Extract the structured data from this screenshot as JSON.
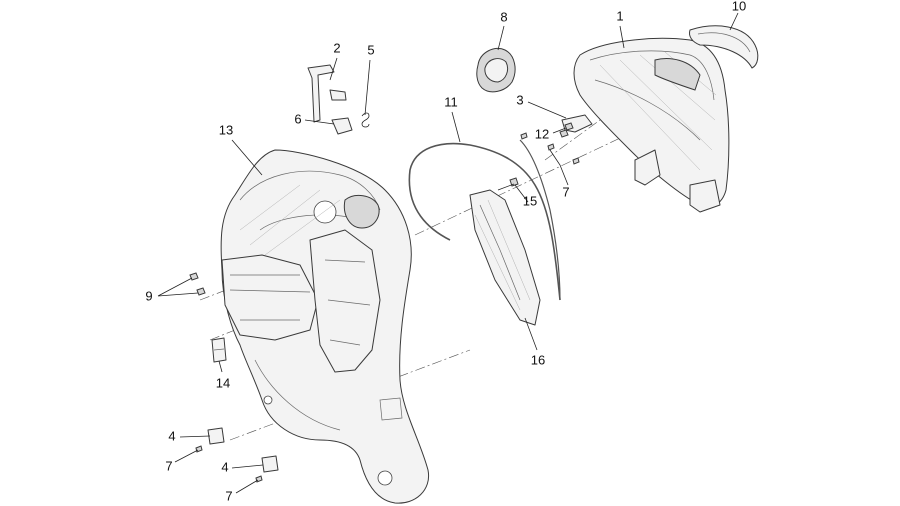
{
  "callouts": [
    {
      "id": "c1",
      "label": "1"
    },
    {
      "id": "c2",
      "label": "2"
    },
    {
      "id": "c3",
      "label": "3"
    },
    {
      "id": "c4a",
      "label": "4"
    },
    {
      "id": "c4b",
      "label": "4"
    },
    {
      "id": "c5",
      "label": "5"
    },
    {
      "id": "c6",
      "label": "6"
    },
    {
      "id": "c7a",
      "label": "7"
    },
    {
      "id": "c7b",
      "label": "7"
    },
    {
      "id": "c7c",
      "label": "7"
    },
    {
      "id": "c8",
      "label": "8"
    },
    {
      "id": "c9",
      "label": "9"
    },
    {
      "id": "c10",
      "label": "10"
    },
    {
      "id": "c11",
      "label": "11"
    },
    {
      "id": "c12",
      "label": "12"
    },
    {
      "id": "c13",
      "label": "13"
    },
    {
      "id": "c14",
      "label": "14"
    },
    {
      "id": "c15",
      "label": "15"
    },
    {
      "id": "c16",
      "label": "16"
    }
  ]
}
